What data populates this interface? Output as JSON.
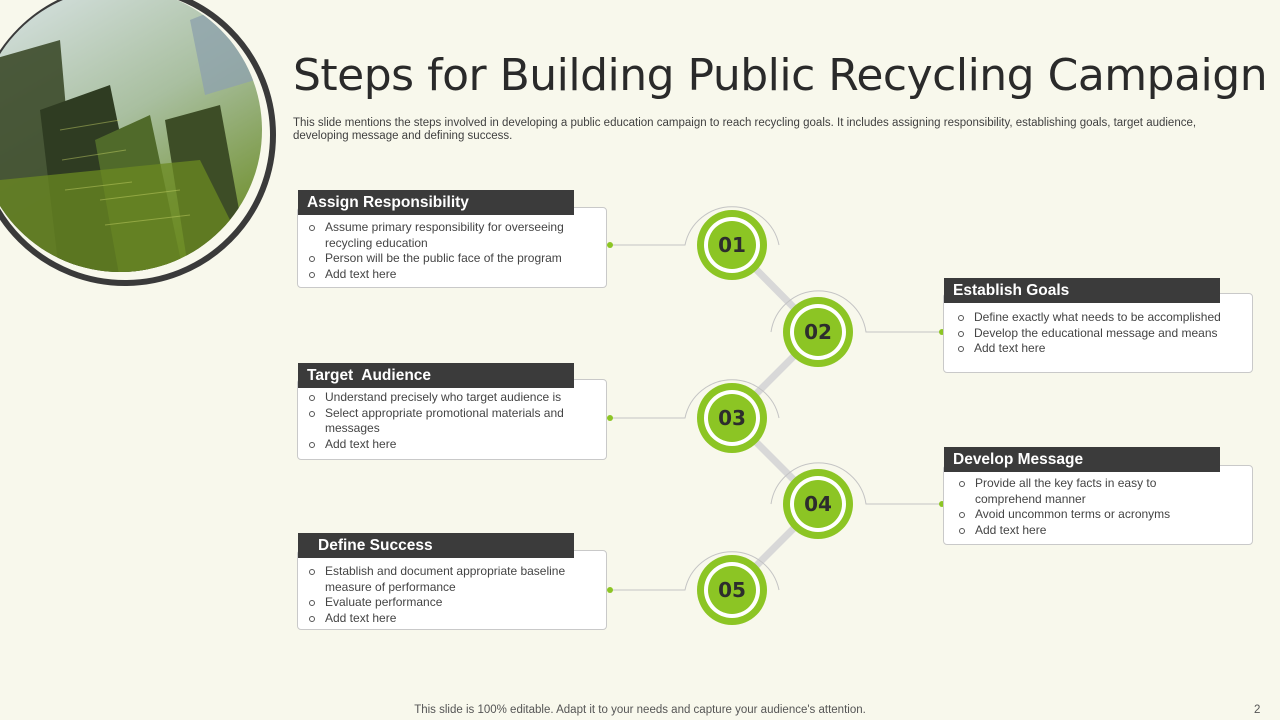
{
  "title": "Steps for Building Public Recycling Campaign",
  "description": "This slide mentions the steps involved in developing a public education campaign to reach recycling goals. It includes assigning responsibility, establishing goals, target audience, developing message and defining success.",
  "footer": "This slide is 100% editable. Adapt it to your needs and capture your audience's attention.",
  "page_number": "2",
  "colors": {
    "accent": "#8cc524",
    "header_bg": "#3b3b3b",
    "background": "#f8f8ec"
  },
  "steps": [
    {
      "number": "01",
      "title": "Assign Responsibility",
      "points": [
        "Assume primary responsibility for overseeing recycling education",
        "Person will be the public face of the program",
        "Add text here"
      ]
    },
    {
      "number": "02",
      "title": "Establish Goals",
      "points": [
        "Define exactly what needs to be accomplished",
        "Develop the educational message and means",
        "Add text here"
      ]
    },
    {
      "number": "03",
      "title": "Target  Audience",
      "points": [
        "Understand precisely who target audience is",
        "Select appropriate promotional materials and messages",
        "Add text here"
      ]
    },
    {
      "number": "04",
      "title": "Develop Message",
      "points": [
        "Provide all the key facts in easy to comprehend manner",
        "Avoid uncommon terms or acronyms",
        "Add text here"
      ]
    },
    {
      "number": "05",
      "title": "Define Success",
      "points": [
        "Establish and document appropriate baseline measure of performance",
        "Evaluate performance",
        "Add text here"
      ]
    }
  ]
}
